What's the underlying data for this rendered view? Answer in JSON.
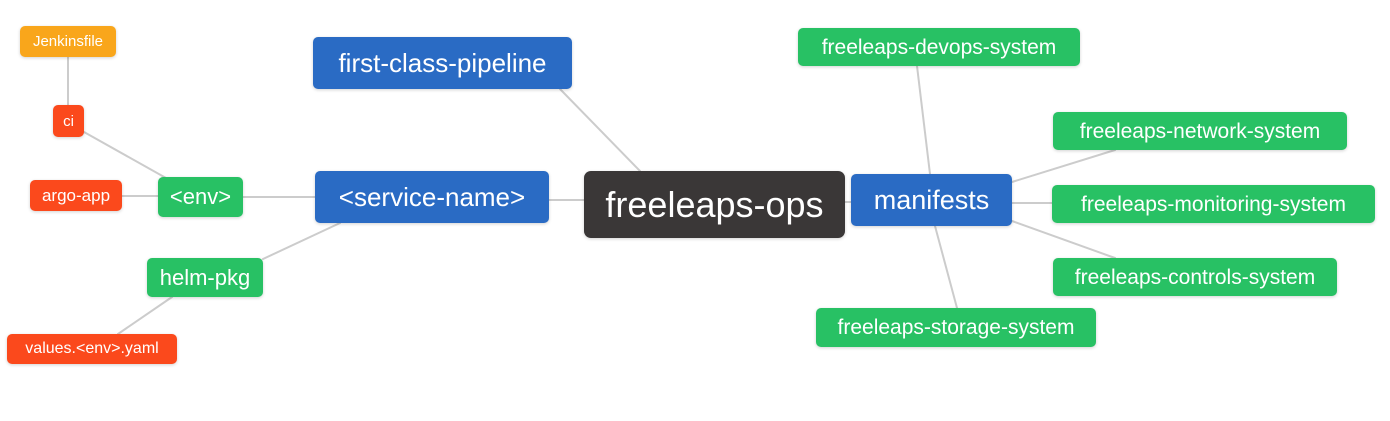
{
  "diagram": {
    "type": "mindmap",
    "root_label": "freeleaps-ops",
    "palette": {
      "blue": "#2A6BC4",
      "green": "#28C164",
      "red": "#FB491C",
      "orange": "#F9A61B",
      "dark": "#3A3737",
      "edge": "#CCCCCC",
      "node_text": "#FFFFFF",
      "background": "#FFFFFF"
    },
    "nodes": [
      {
        "id": "freeleaps-ops",
        "label": "freeleaps-ops",
        "color": "dark",
        "role": "root"
      },
      {
        "id": "first-class-pipeline",
        "label": "first-class-pipeline",
        "color": "blue",
        "role": "branch"
      },
      {
        "id": "service-name",
        "label": "<service-name>",
        "color": "blue",
        "role": "branch"
      },
      {
        "id": "manifests",
        "label": "manifests",
        "color": "blue",
        "role": "branch"
      },
      {
        "id": "env",
        "label": "<env>",
        "color": "green",
        "role": "sub"
      },
      {
        "id": "helm-pkg",
        "label": "helm-pkg",
        "color": "green",
        "role": "sub"
      },
      {
        "id": "ci",
        "label": "ci",
        "color": "red",
        "role": "leaf"
      },
      {
        "id": "jenkinsfile",
        "label": "Jenkinsfile",
        "color": "orange",
        "role": "leaf"
      },
      {
        "id": "argo-app",
        "label": "argo-app",
        "color": "red",
        "role": "leaf"
      },
      {
        "id": "values-env-yaml",
        "label": "values.<env>.yaml",
        "color": "red",
        "role": "leaf"
      },
      {
        "id": "freeleaps-devops-system",
        "label": "freeleaps-devops-system",
        "color": "green",
        "role": "sub"
      },
      {
        "id": "freeleaps-network-system",
        "label": "freeleaps-network-system",
        "color": "green",
        "role": "sub"
      },
      {
        "id": "freeleaps-monitoring-system",
        "label": "freeleaps-monitoring-system",
        "color": "green",
        "role": "sub"
      },
      {
        "id": "freeleaps-controls-system",
        "label": "freeleaps-controls-system",
        "color": "green",
        "role": "sub"
      },
      {
        "id": "freeleaps-storage-system",
        "label": "freeleaps-storage-system",
        "color": "green",
        "role": "sub"
      }
    ],
    "edges": [
      {
        "from": "jenkinsfile",
        "to": "ci"
      },
      {
        "from": "ci",
        "to": "env"
      },
      {
        "from": "argo-app",
        "to": "env"
      },
      {
        "from": "env",
        "to": "service-name"
      },
      {
        "from": "first-class-pipeline",
        "to": "freeleaps-ops"
      },
      {
        "from": "service-name",
        "to": "freeleaps-ops"
      },
      {
        "from": "helm-pkg",
        "to": "service-name"
      },
      {
        "from": "values-env-yaml",
        "to": "helm-pkg"
      },
      {
        "from": "freeleaps-ops",
        "to": "manifests"
      },
      {
        "from": "manifests",
        "to": "freeleaps-devops-system"
      },
      {
        "from": "manifests",
        "to": "freeleaps-network-system"
      },
      {
        "from": "manifests",
        "to": "freeleaps-monitoring-system"
      },
      {
        "from": "manifests",
        "to": "freeleaps-controls-system"
      },
      {
        "from": "manifests",
        "to": "freeleaps-storage-system"
      }
    ]
  }
}
